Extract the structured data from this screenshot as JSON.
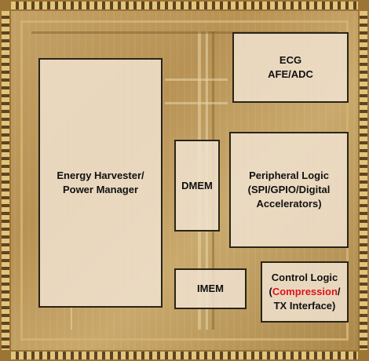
{
  "blocks": {
    "ecg": {
      "line1": "ECG",
      "line2": "AFE/ADC"
    },
    "energy": {
      "line1": "Energy Harvester/",
      "line2": "Power Manager"
    },
    "dmem": {
      "label": "DMEM"
    },
    "peripheral": {
      "line1": "Peripheral Logic",
      "line2": "(SPI/GPIO/Digital",
      "line3": "Accelerators)"
    },
    "imem": {
      "label": "IMEM"
    },
    "control": {
      "line1": "Control Logic",
      "open_paren": "(",
      "highlight": "Compression",
      "slash": "/",
      "line3": "TX Interface)"
    }
  },
  "colors": {
    "highlight": "#e0141a",
    "block_fill": "#f0e2ce",
    "border": "#2a2418"
  }
}
